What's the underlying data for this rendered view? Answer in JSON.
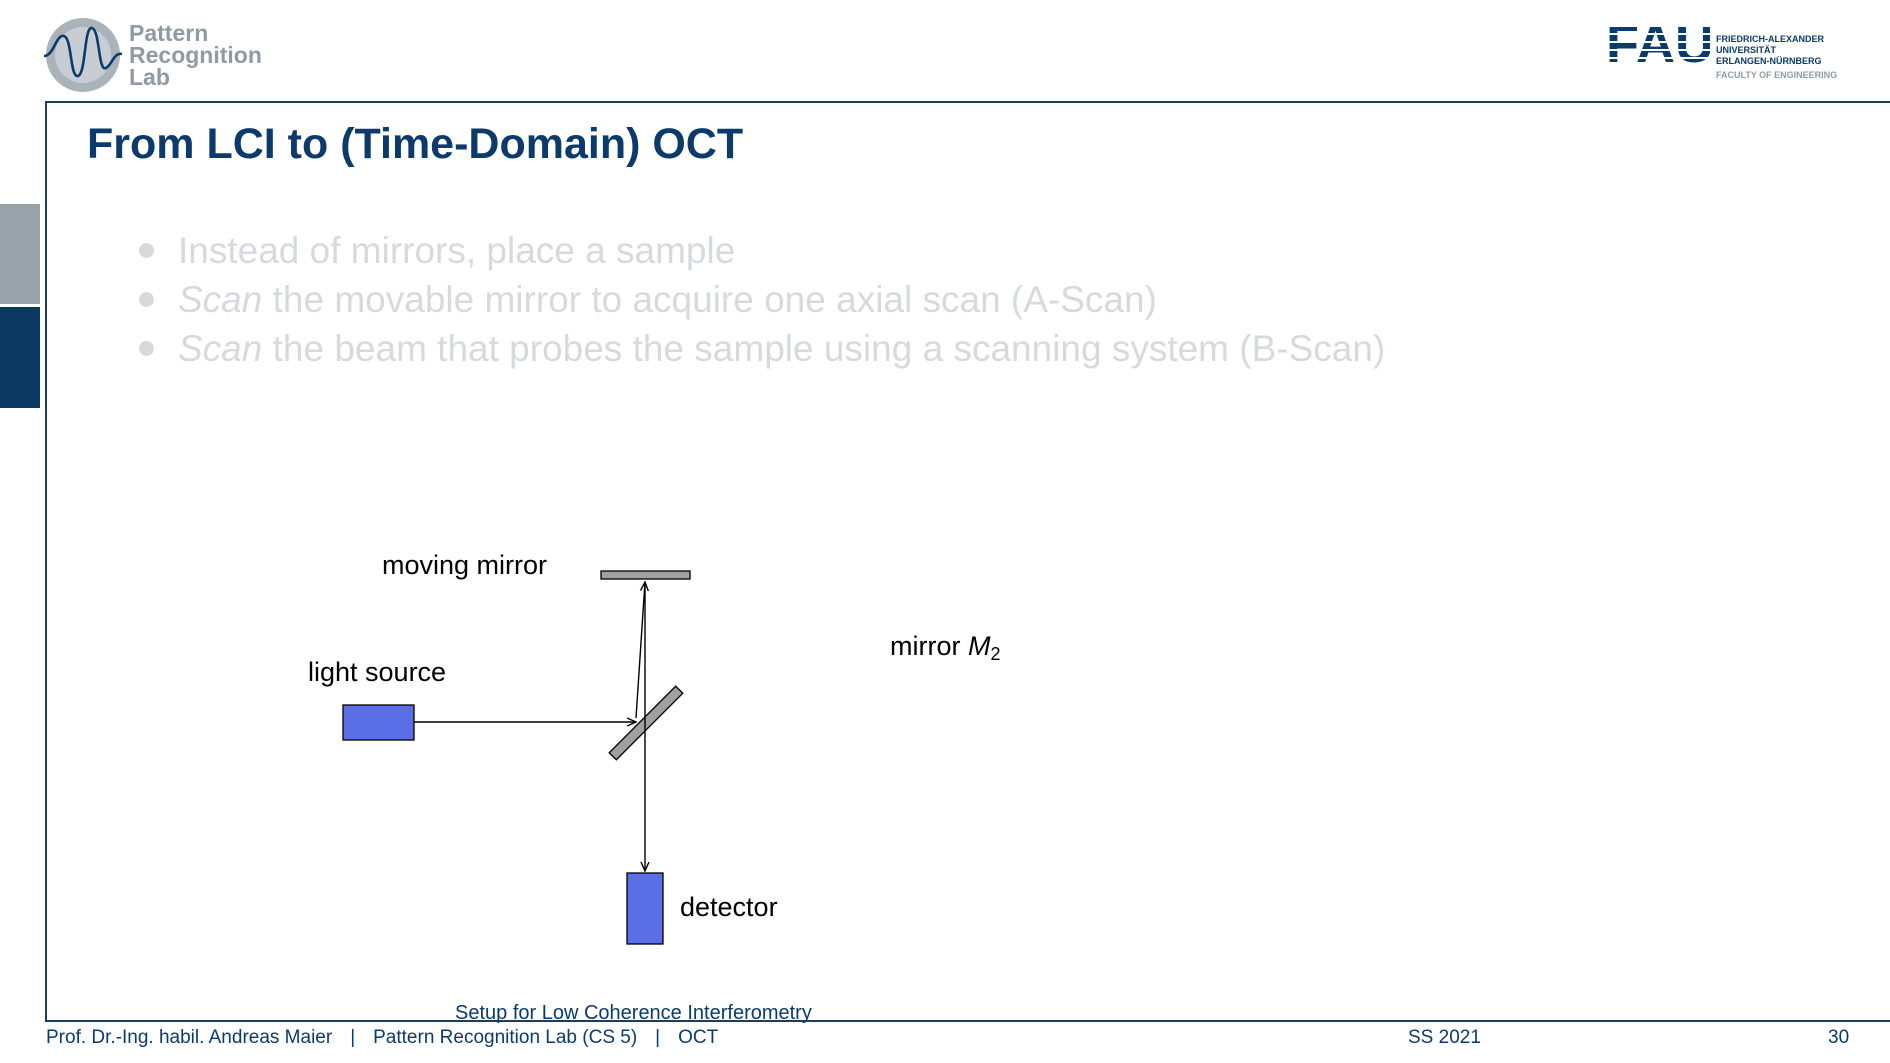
{
  "header": {
    "lab_logo_lines": [
      "Pattern",
      "Recognition",
      "Lab"
    ],
    "university_logo": {
      "mark": "FAU",
      "lines": [
        "FRIEDRICH-ALEXANDER",
        "UNIVERSITÄT",
        "ERLANGEN-NÜRNBERG"
      ],
      "faculty": "FACULTY OF ENGINEERING"
    }
  },
  "slide": {
    "title": "From LCI to (Time-Domain) OCT",
    "bullets": [
      {
        "emph": "",
        "text": "Instead of mirrors, place a sample"
      },
      {
        "emph": "Scan",
        "text": " the movable mirror to acquire one axial scan (A-Scan)"
      },
      {
        "emph": "Scan",
        "text": " the beam that probes the sample using a scanning system (B-Scan)"
      }
    ]
  },
  "diagram": {
    "labels": {
      "moving_mirror": "moving mirror",
      "light_source": "light source",
      "detector": "detector",
      "mirror2_prefix": "mirror ",
      "mirror2_symbol": "M",
      "mirror2_subscript": "2"
    },
    "caption": "Setup for Low Coherence Interferometry",
    "colors": {
      "component_fill": "#5a6ee6",
      "mirror_fill": "#a0a0a0"
    }
  },
  "footer": {
    "author": "Prof. Dr.-Ing. habil. Andreas Maier",
    "lab": "Pattern Recognition Lab (CS 5)",
    "topic": "OCT",
    "separator": "|",
    "semester": "SS 2021",
    "page": "30"
  },
  "colors": {
    "primary": "#0c3a6b",
    "bullet_text": "#d6dadd",
    "side_tab_grey": "#9aa3aa",
    "side_tab_blue": "#0b3763"
  }
}
